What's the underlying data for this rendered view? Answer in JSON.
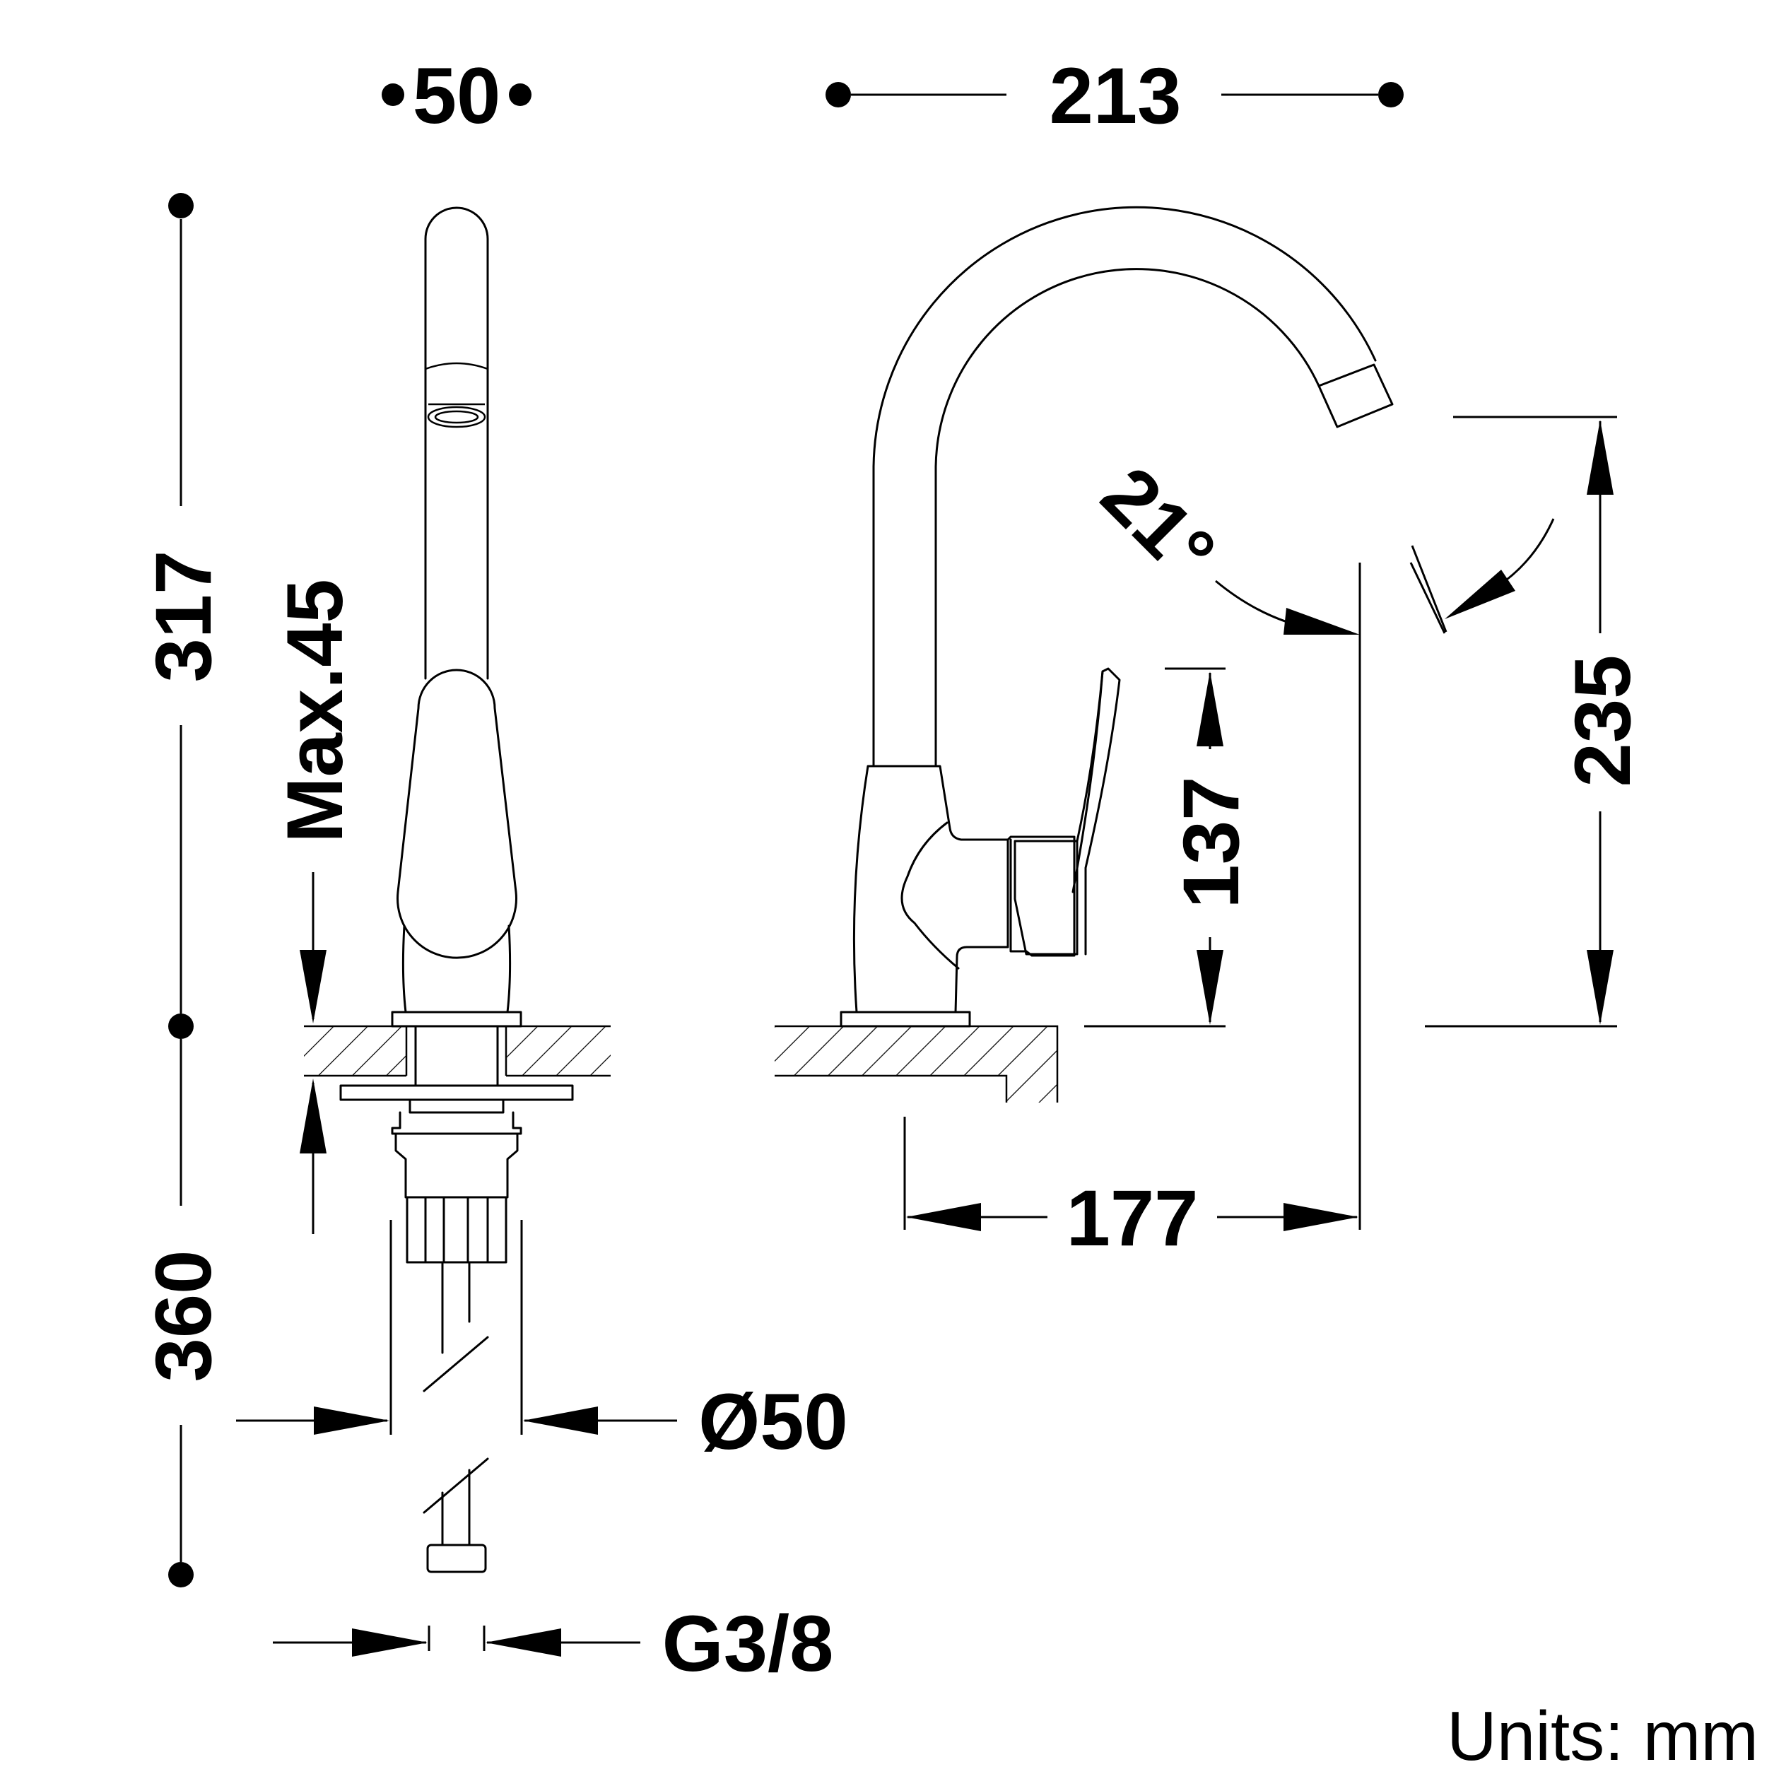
{
  "dimensions": {
    "spout_diameter": "50",
    "spout_reach": "213",
    "total_height": "317",
    "max_deck_thickness": "Max.45",
    "shank_length": "360",
    "spout_outlet_height": "235",
    "handle_height": "137",
    "swivel_angle": "21°",
    "base_to_outlet": "177",
    "base_diameter": "Ø50",
    "connection_thread": "G3/8"
  },
  "units_label": "Units: mm"
}
